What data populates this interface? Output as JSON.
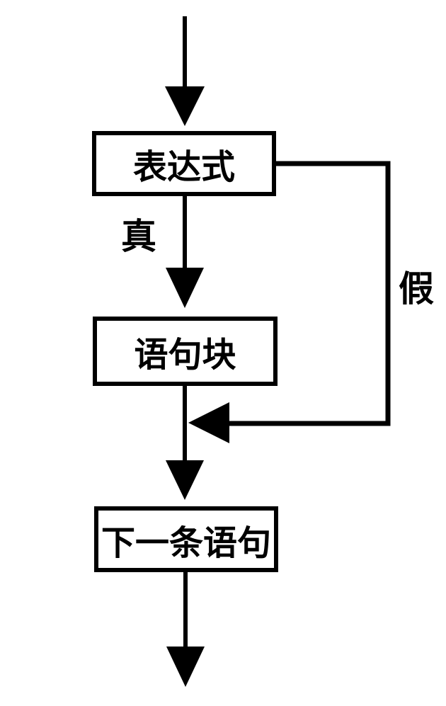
{
  "diagram": {
    "type": "flowchart",
    "colors": {
      "line": "#000000",
      "background": "#ffffff"
    },
    "nodes": [
      {
        "id": "expression",
        "label": "表达式"
      },
      {
        "id": "statement-block",
        "label": "语句块"
      },
      {
        "id": "next-statement",
        "label": "下一条语句"
      }
    ],
    "edges": [
      {
        "id": "true-branch",
        "label": "真"
      },
      {
        "id": "false-branch",
        "label": "假"
      }
    ]
  }
}
